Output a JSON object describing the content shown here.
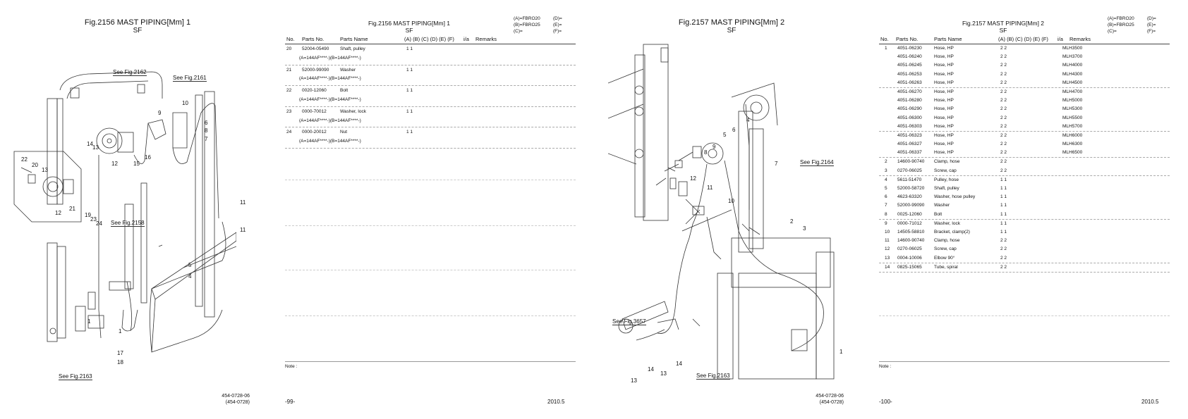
{
  "page1": {
    "title": "Fig.2156  MAST PIPING[Mm] 1",
    "subtitle": "SF",
    "see_fig": [
      "See Fig.2162",
      "See Fig.2161",
      "See Fig.2158",
      "See Fig.2163"
    ],
    "callouts": [
      "22",
      "20",
      "13",
      "14",
      "13",
      "12",
      "15",
      "16",
      "9",
      "10",
      "6",
      "8",
      "7",
      "12",
      "21",
      "19",
      "23",
      "24",
      "11",
      "11",
      "5",
      "4",
      "1",
      "1",
      "17",
      "18"
    ],
    "docnum": [
      "454-0728-06",
      "(454-0728)"
    ]
  },
  "page2": {
    "title": "Fig.2156  MAST PIPING[Mm] 1",
    "subtitle": "SF",
    "legend": [
      [
        "(A)=FBRO20",
        "(D)="
      ],
      [
        "(B)=FBRO25",
        "(E)="
      ],
      [
        "(C)=",
        "(F)="
      ]
    ],
    "headers": [
      "No.",
      "Parts No.",
      "Parts Name",
      "(A) (B) (C) (D) (E) (F)",
      "i/a",
      "Remarks"
    ],
    "rows": [
      {
        "no": "20",
        "pn": "52004-05490",
        "name": "Shaft, pulley",
        "qty": "1   1",
        "sub": "(A=144AF****-)(B=144AF****-)"
      },
      {
        "no": "21",
        "pn": "52000-99090",
        "name": "Washer",
        "qty": "1   1",
        "sub": "(A=144AF****-)(B=144AF****-)"
      },
      {
        "no": "22",
        "pn": "0020-12060",
        "name": "Bolt",
        "qty": "1   1",
        "sub": "(A=144AF****-)(B=144AF****-)"
      },
      {
        "no": "23",
        "pn": "0000-70012",
        "name": "Washer, lock",
        "qty": "1   1",
        "sub": "(A=144AF****-)(B=144AF****-)"
      },
      {
        "no": "24",
        "pn": "0000-20012",
        "name": "Nut",
        "qty": "1   1",
        "sub": "(A=144AF****-)(B=144AF****-)"
      }
    ],
    "note": "Note :",
    "page": "-99-",
    "date": "2010.5"
  },
  "page3": {
    "title": "Fig.2157  MAST PIPING[Mm] 2",
    "subtitle": "SF",
    "see_fig": [
      "See Fig.2164",
      "See Fig.3657",
      "See Fig.2163"
    ],
    "callouts": [
      "4",
      "5",
      "6",
      "7",
      "8",
      "9",
      "12",
      "11",
      "10",
      "2",
      "3",
      "1",
      "14",
      "14",
      "13",
      "13"
    ],
    "docnum": [
      "454-0728-06",
      "(454-0728)"
    ]
  },
  "page4": {
    "title": "Fig.2157  MAST PIPING[Mm] 2",
    "subtitle": "SF",
    "legend": [
      [
        "(A)=FBRO20",
        "(D)="
      ],
      [
        "(B)=FBRO25",
        "(E)="
      ],
      [
        "(C)=",
        "(F)="
      ]
    ],
    "headers": [
      "No.",
      "Parts No.",
      "Parts Name",
      "(A) (B) (C) (D) (E) (F)",
      "i/a",
      "Remarks"
    ],
    "rows": [
      {
        "no": "1",
        "pn": "4051-06230",
        "name": "Hose, HP",
        "qty": "2   2",
        "rem": "MLH3500",
        "dash": false
      },
      {
        "no": "",
        "pn": "4051-06240",
        "name": "Hose, HP",
        "qty": "2   2",
        "rem": "MLH3700",
        "dash": false
      },
      {
        "no": "",
        "pn": "4051-06245",
        "name": "Hose, HP",
        "qty": "2   2",
        "rem": "MLH4000",
        "dash": false
      },
      {
        "no": "",
        "pn": "4051-06253",
        "name": "Hose, HP",
        "qty": "2   2",
        "rem": "MLH4300",
        "dash": false
      },
      {
        "no": "",
        "pn": "4051-06263",
        "name": "Hose, HP",
        "qty": "2   2",
        "rem": "MLH4500",
        "dash": true
      },
      {
        "no": "",
        "pn": "4051-06270",
        "name": "Hose, HP",
        "qty": "2   2",
        "rem": "MLH4700",
        "dash": false
      },
      {
        "no": "",
        "pn": "4051-06280",
        "name": "Hose, HP",
        "qty": "2   2",
        "rem": "MLH5000",
        "dash": false
      },
      {
        "no": "",
        "pn": "4051-06290",
        "name": "Hose, HP",
        "qty": "2   2",
        "rem": "MLH5300",
        "dash": false
      },
      {
        "no": "",
        "pn": "4051-06300",
        "name": "Hose, HP",
        "qty": "2   2",
        "rem": "MLH5500",
        "dash": false
      },
      {
        "no": "",
        "pn": "4051-06303",
        "name": "Hose, HP",
        "qty": "2   2",
        "rem": "MLH5700",
        "dash": true
      },
      {
        "no": "",
        "pn": "4051-06323",
        "name": "Hose, HP",
        "qty": "2   2",
        "rem": "MLH6000",
        "dash": false
      },
      {
        "no": "",
        "pn": "4051-06327",
        "name": "Hose, HP",
        "qty": "2   2",
        "rem": "MLH6300",
        "dash": false
      },
      {
        "no": "",
        "pn": "4051-06337",
        "name": "Hose, HP",
        "qty": "2   2",
        "rem": "MLH6500",
        "dash": true
      },
      {
        "no": "2",
        "pn": "14600-90740",
        "name": "Clamp, hose",
        "qty": "2   2",
        "rem": "",
        "dash": false
      },
      {
        "no": "3",
        "pn": "0270-06025",
        "name": "Screw, cap",
        "qty": "2   2",
        "rem": "",
        "dash": true
      },
      {
        "no": "4",
        "pn": "5611-51470",
        "name": "Pulley, hose",
        "qty": "1   1",
        "rem": "",
        "dash": false
      },
      {
        "no": "5",
        "pn": "52000-58720",
        "name": "Shaft, pulley",
        "qty": "1   1",
        "rem": "",
        "dash": false
      },
      {
        "no": "6",
        "pn": "4623-63320",
        "name": "Washer, hose pulley",
        "qty": "1   1",
        "rem": "",
        "dash": false
      },
      {
        "no": "7",
        "pn": "52000-99090",
        "name": "Washer",
        "qty": "1   1",
        "rem": "",
        "dash": false
      },
      {
        "no": "8",
        "pn": "0025-12060",
        "name": "Bolt",
        "qty": "1   1",
        "rem": "",
        "dash": true
      },
      {
        "no": "9",
        "pn": "0000-71012",
        "name": "Washer, lock",
        "qty": "1   1",
        "rem": "",
        "dash": false
      },
      {
        "no": "10",
        "pn": "14505-58810",
        "name": "Bracket, clamp(2)",
        "qty": "1   1",
        "rem": "",
        "dash": false
      },
      {
        "no": "11",
        "pn": "14600-90740",
        "name": "Clamp, hose",
        "qty": "2   2",
        "rem": "",
        "dash": false
      },
      {
        "no": "12",
        "pn": "0270-06025",
        "name": "Screw, cap",
        "qty": "2   2",
        "rem": "",
        "dash": false
      },
      {
        "no": "13",
        "pn": "0004-10006",
        "name": "Elbow 90°",
        "qty": "2   2",
        "rem": "",
        "dash": true
      },
      {
        "no": "14",
        "pn": "0825-15065",
        "name": "Tube, spiral",
        "qty": "2   2",
        "rem": "",
        "dash": true
      }
    ],
    "note": "Note :",
    "page": "-100-",
    "date": "2010.5"
  }
}
